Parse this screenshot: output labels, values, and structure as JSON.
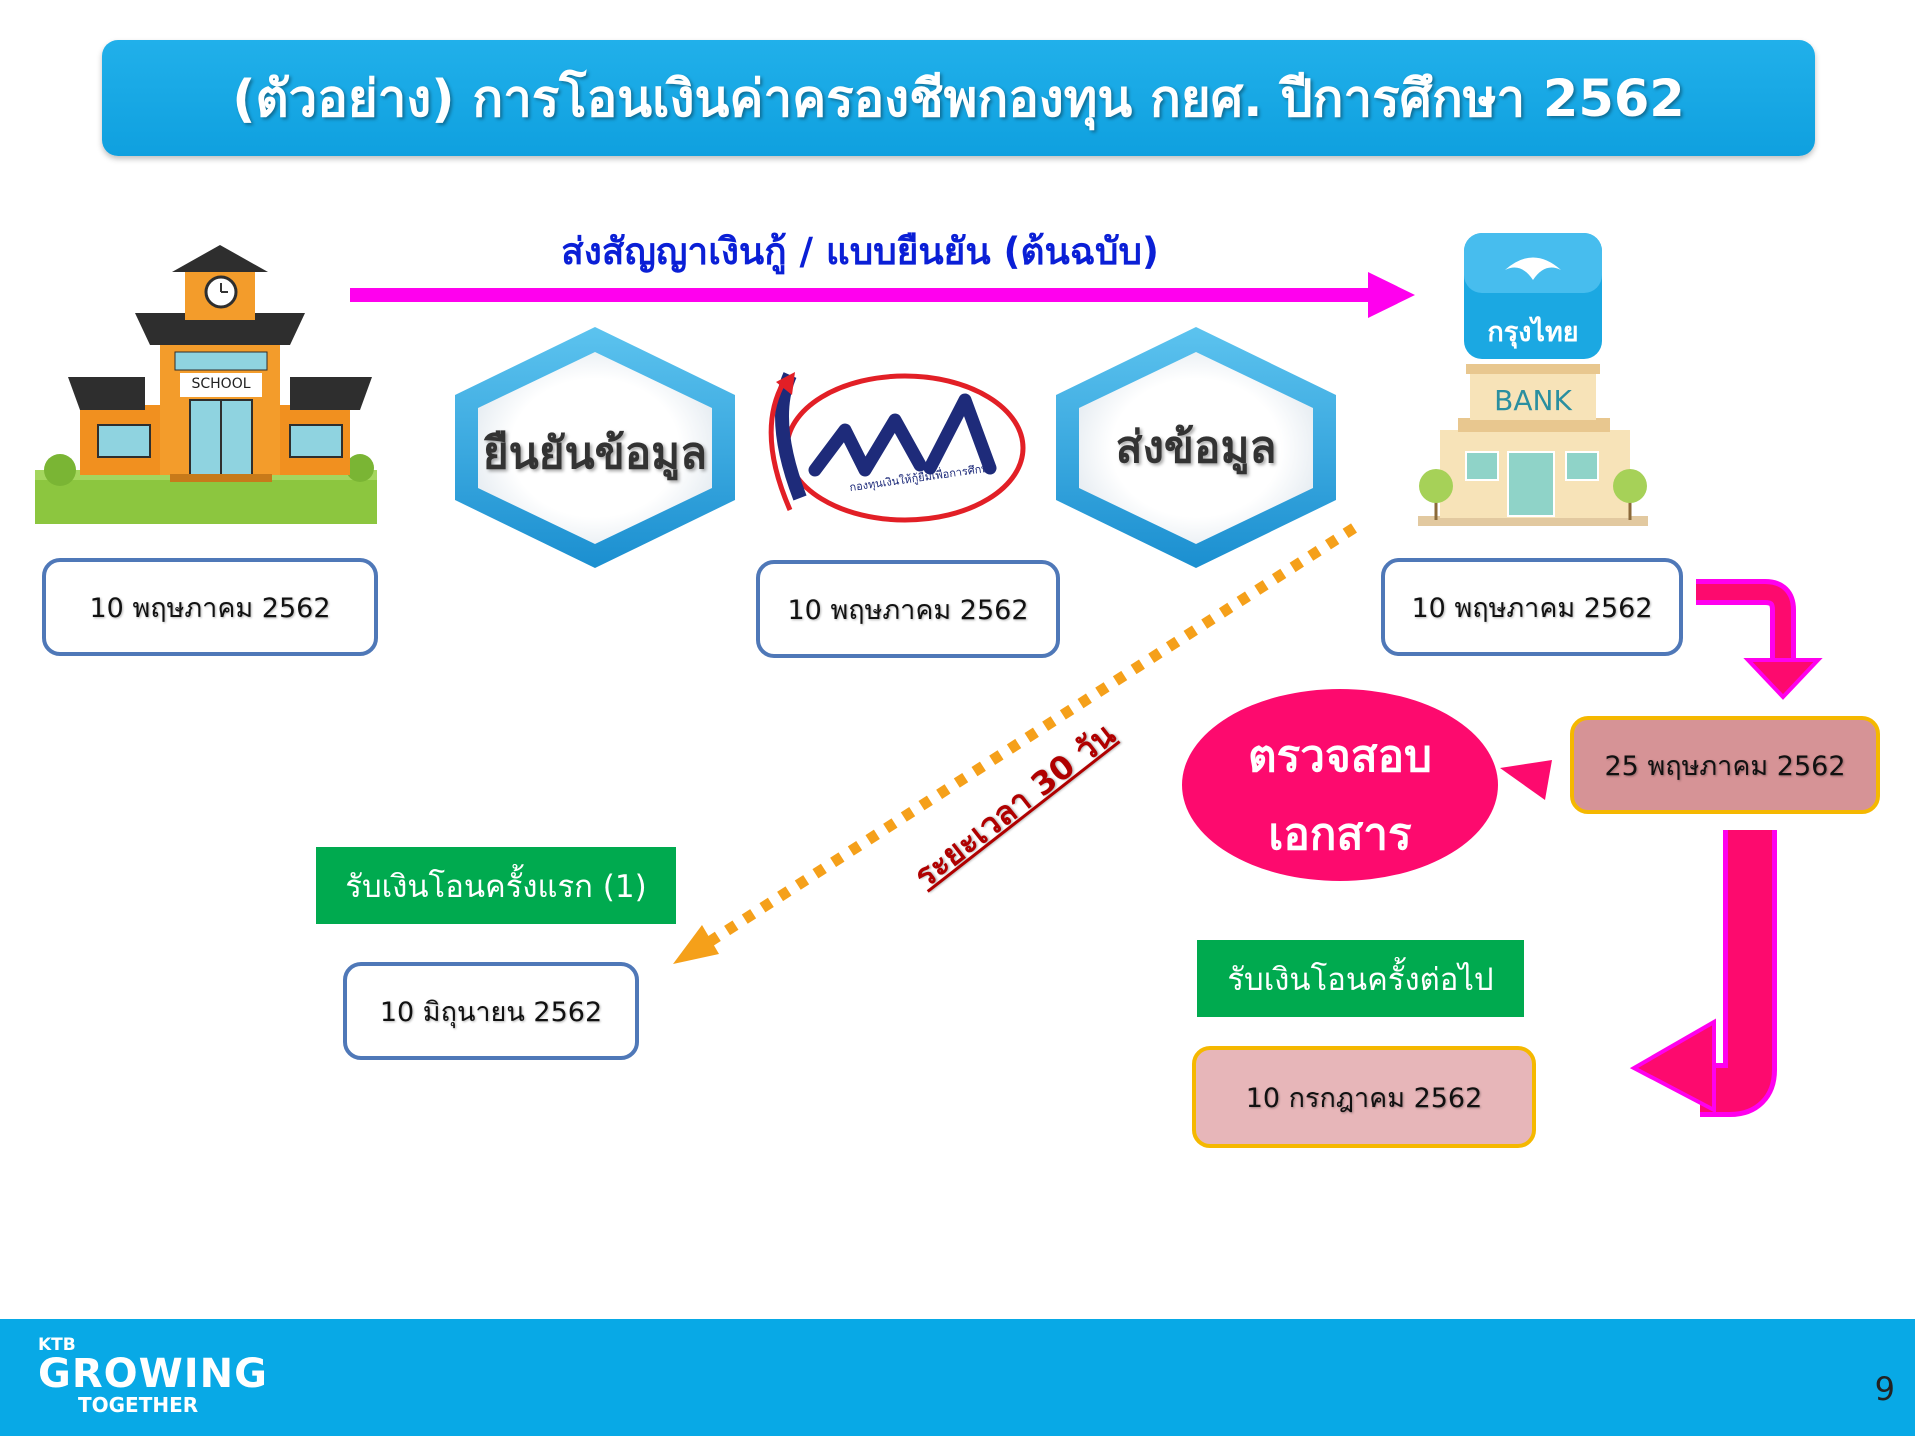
{
  "title": "(ตัวอย่าง) การโอนเงินค่าครองชีพกองทุน กยศ. ปีการศึกษา 2562",
  "top_arrow_label": "ส่งสัญญาเงินกู้ / แบบยืนยัน (ต้นฉบับ)",
  "school": {
    "sign": "SCHOOL",
    "date": "10 พฤษภาคม 2562"
  },
  "hex_confirm": "ยืนยันข้อมูล",
  "hex_send": "ส่งข้อมูล",
  "fund_logo": {
    "letters": "กยศ",
    "caption": "กองทุนเงินให้กู้ยืมเพื่อการศึกษา",
    "date": "10 พฤษภาคม 2562"
  },
  "bank": {
    "logo_text": "กรุงไทย",
    "sign": "BANK",
    "date": "10 พฤษภาคม 2562"
  },
  "check_bubble": {
    "line1": "ตรวจสอบ",
    "line2": "เอกสาร"
  },
  "check_date": "25 พฤษภาคม 2562",
  "period_label": "ระยะเวลา 30 วัน",
  "first_transfer": {
    "label": "รับเงินโอนครั้งแรก (1)",
    "date": "10 มิถุนายน 2562"
  },
  "next_transfer": {
    "label": "รับเงินโอนครั้งต่อไป",
    "date": "10 กรกฎาคม  2562"
  },
  "footer": {
    "brand_small": "KTB",
    "brand_main": "GROWING",
    "brand_sub": "TOGETHER"
  },
  "page_number": "9",
  "colors": {
    "title_bg": "#1aa9e6",
    "arrow_magenta": "#ff00ee",
    "dotted_orange": "#f5a01a",
    "bubble_pink": "#fd0a6e",
    "green_label": "#00aa4f",
    "date_border": "#4f78b8",
    "footer_bg": "#08a9e6"
  }
}
